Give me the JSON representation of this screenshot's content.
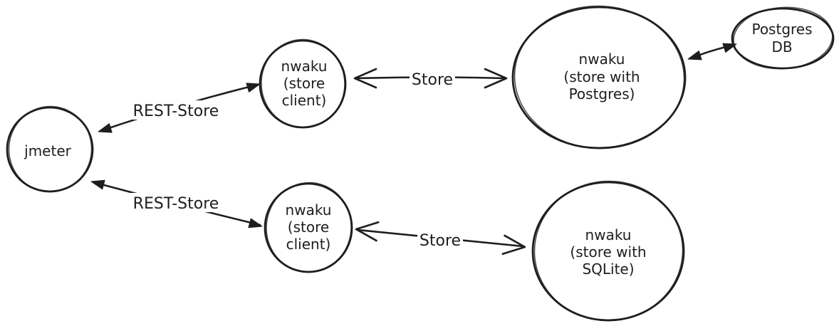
{
  "canvas": {
    "background": "#ffffff",
    "ink": "#1e1e1e"
  },
  "nodes": {
    "jmeter": {
      "label": "jmeter",
      "lines": [
        "jmeter"
      ]
    },
    "store_client_top": {
      "label": "nwaku (store client)",
      "lines": [
        "nwaku",
        "(store",
        "client)"
      ]
    },
    "store_postgres": {
      "label": "nwaku (store with Postgres)",
      "lines": [
        "nwaku",
        "(store with",
        "Postgres)"
      ]
    },
    "postgres_db": {
      "label": "Postgres DB",
      "lines": [
        "Postgres",
        "DB"
      ]
    },
    "store_client_bottom": {
      "label": "nwaku (store client)",
      "lines": [
        "nwaku",
        "(store",
        "client)"
      ]
    },
    "store_sqlite": {
      "label": "nwaku (store with SQLite)",
      "lines": [
        "nwaku",
        "(store with",
        "SQLite)"
      ]
    }
  },
  "edges": {
    "rest_store_top": {
      "label": "REST-Store",
      "from": "jmeter",
      "to": "store_client_top"
    },
    "rest_store_bottom": {
      "label": "REST-Store",
      "from": "jmeter",
      "to": "store_client_bottom"
    },
    "store_top": {
      "label": "Store",
      "from": "store_client_top",
      "to": "store_postgres"
    },
    "store_bottom": {
      "label": "Store",
      "from": "store_client_bottom",
      "to": "store_sqlite"
    },
    "postgres_link": {
      "from": "store_postgres",
      "to": "postgres_db"
    }
  }
}
